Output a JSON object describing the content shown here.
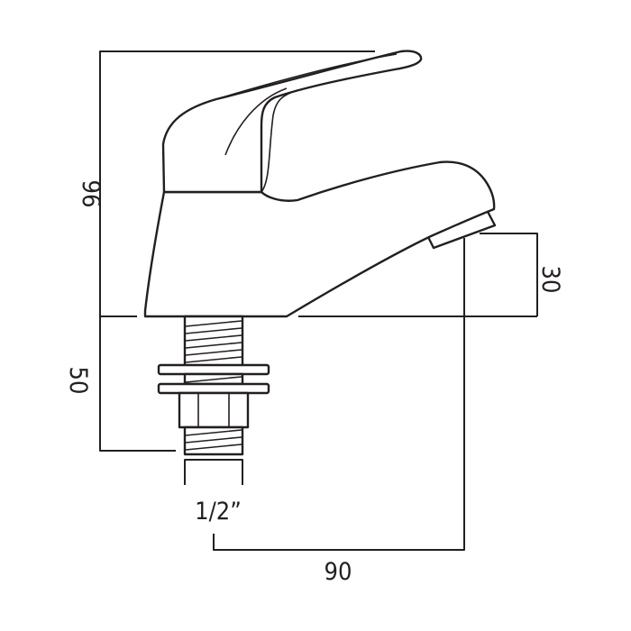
{
  "diagram": {
    "dimensions": {
      "total_height": "96",
      "base_to_tail": "50",
      "spout_height": "30",
      "projection": "90",
      "thread_size": "1/2”"
    },
    "colors": {
      "line": "#231f20",
      "background": "#ffffff"
    }
  }
}
